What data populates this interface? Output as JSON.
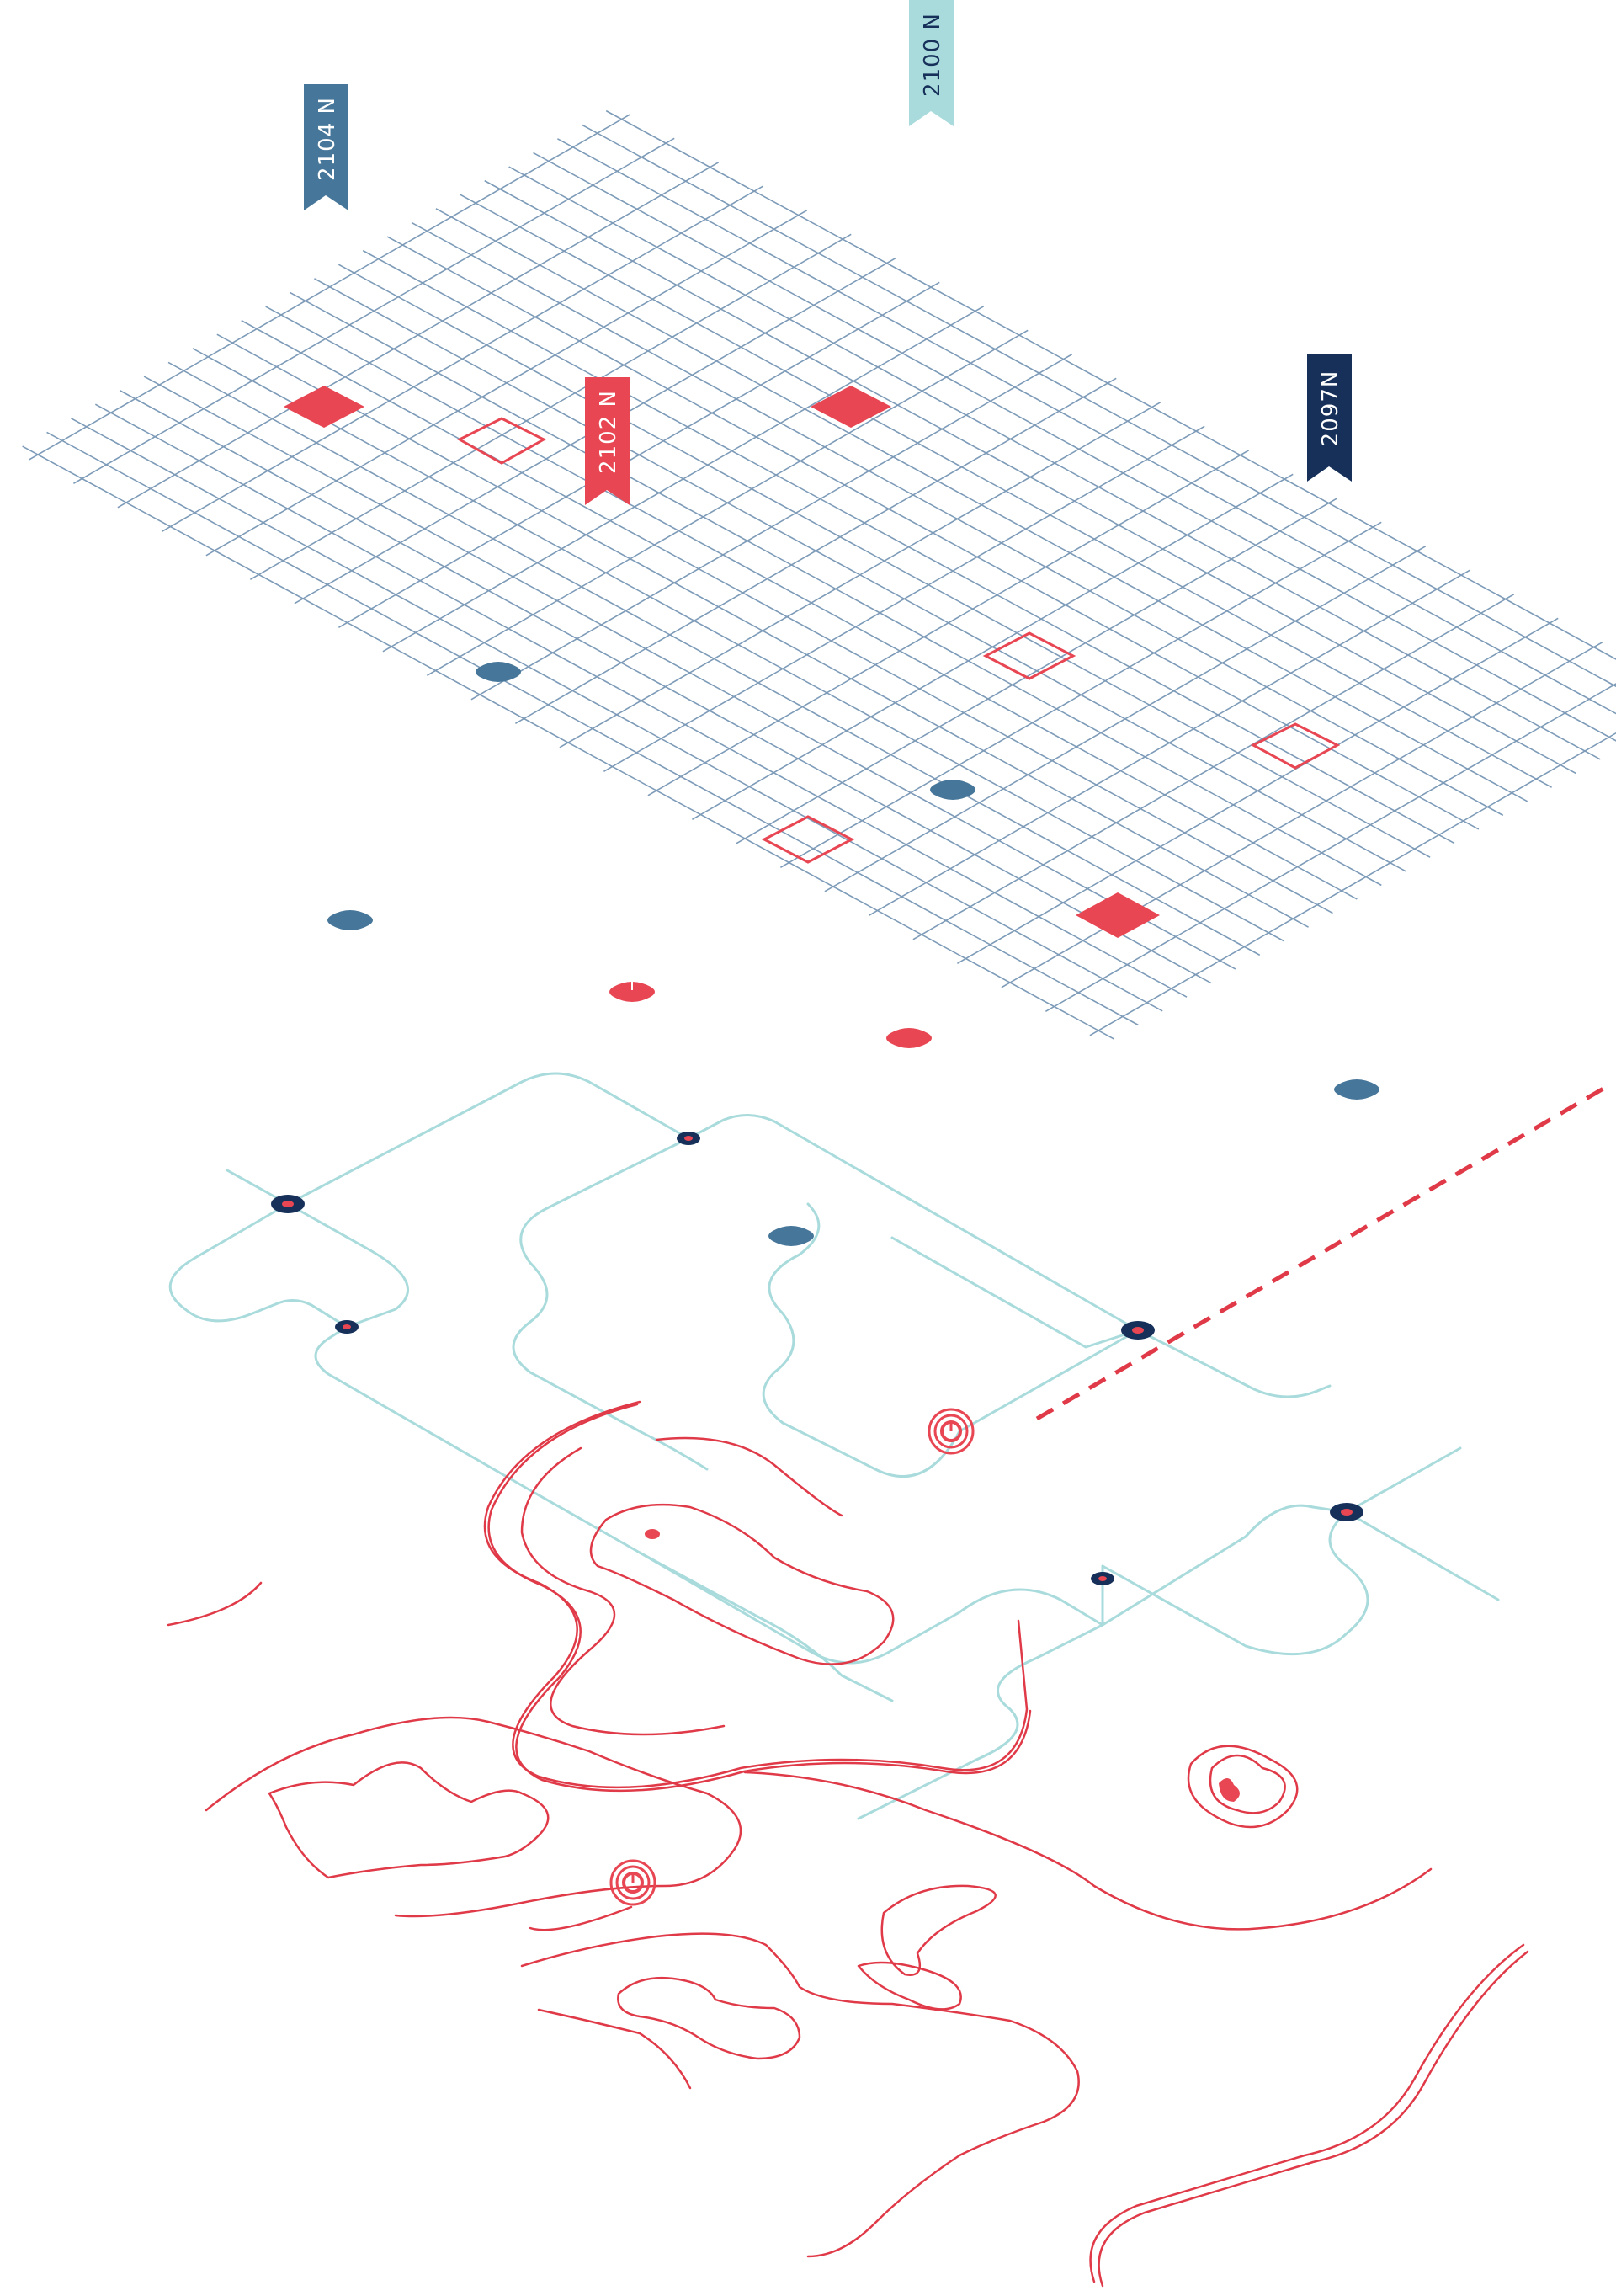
{
  "flags": [
    {
      "label": "2104 N",
      "color": "#467699",
      "text_color": "#ffffff"
    },
    {
      "label": "2100 N",
      "color": "#a9dbdc",
      "text_color": "#16305a"
    },
    {
      "label": "2102 N",
      "color": "#e74652",
      "text_color": "#ffffff"
    },
    {
      "label": "2097N",
      "color": "#16305a",
      "text_color": "#ffffff"
    }
  ],
  "palette": {
    "grid_line": "#7d9bb8",
    "marker_red": "#e74652",
    "marker_blue": "#467699",
    "network_line": "#a9dbdc",
    "network_node": "#16305a",
    "contour": "#e03a48"
  },
  "icons": [
    "grid-marker-filled",
    "grid-marker-outline",
    "blob-marker",
    "network-node",
    "target-marker"
  ]
}
